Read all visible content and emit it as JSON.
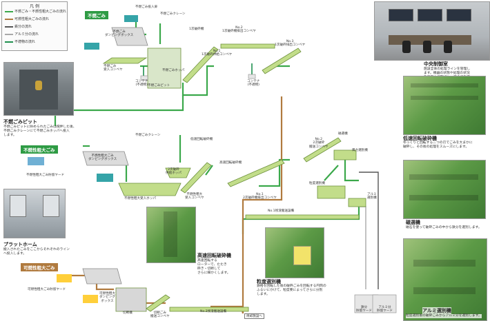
{
  "legend": {
    "title": "凡 例",
    "items": [
      {
        "label": "不燃ごみ・不燃性粗大ごみの流れ",
        "color": "#3aa84a"
      },
      {
        "label": "可燃性粗大ごみの流れ",
        "color": "#b07a3e"
      },
      {
        "label": "鉄分の流れ",
        "color": "#555555"
      },
      {
        "label": "アルミ分の流れ",
        "color": "#a9a9a9"
      },
      {
        "label": "不適物の流れ",
        "color": "#1e8f4e"
      }
    ]
  },
  "colors": {
    "green": "#3aa84a",
    "light_green": "#c2dd8a",
    "brown": "#b07a3e",
    "iron": "#555555",
    "alu": "#a9a9a9",
    "unsuitable": "#1e8f4e",
    "tag_green": "#2e9b44",
    "tag_brown": "#b07a3e"
  },
  "tags": {
    "incombustible": "不燃ごみ",
    "incombustible_bulky": "不燃性粗大ごみ",
    "combustible_bulky": "可燃性粗大ごみ"
  },
  "labels": {
    "hopper_inlet": "不燃ごみ投入扉",
    "crane_top": "不燃ごみクレーン",
    "dumping_box_top": "不燃ごみ\nダンピングボックス",
    "receive_conveyor": "不燃ごみ\n受入コンベヤ",
    "pit": "不燃ごみピット",
    "hopper": "不燃ごみホッパ",
    "container_top": "コンテナ\n(不適物)",
    "no1_primary_conveyor": "No.1\n1次破砕供給コンベヤ",
    "primary_crusher": "1次破砕機",
    "no2_primary_conveyor": "No.2\n1次破砕機排出コンベヤ",
    "no3_primary_conveyor": "No.3\n1次破砕排出コンベヤ",
    "container_mid": "コンテナ\n(不適物)",
    "crane_mid": "不燃ごみクレーン",
    "low_speed_crusher": "低速回転破砕機",
    "bulky_dumping_box": "不燃性粗大ごみ\nダンピングボックス",
    "bulky_yard": "不燃性粗大ごみ貯留ヤード",
    "secondary_hopper": "2次破砕\n供給ホッパ",
    "high_speed_crusher": "高速回転破砕機",
    "bulky_receive_hopper": "不燃性粗大受入ホッパ",
    "bulky_receive_conveyor": "不燃性粗大\n受入コンベヤ",
    "no1_secondary_conveyor": "No.1\n2次破砕機排出コンベヤ",
    "no2_secondary_conveyor": "No.2\n2次破砕\n搬送コンベヤ",
    "magnet": "磁選機",
    "air_separator": "風力選別機",
    "trommel": "粒度選別機",
    "alu_separator": "アルミ\n選別機",
    "no1_residue_conveyor": "No.1残渣搬送設備",
    "comb_yard": "可燃性粗大ごみ貯留ヤード",
    "comb_dumping_box": "可燃性粗大\nダンピング\nボックス",
    "cutter": "切断機",
    "cut_conveyor": "切断ごみ\n搬送コンベヤ",
    "no2_residue_conveyor": "No.2残渣搬送設備",
    "to_incinerator": "焼却施設へ",
    "iron_yard": "鉄分\n貯留ヤード",
    "alu_yard": "アルミ分\n貯留ヤード"
  },
  "photos": {
    "pit": {
      "title": "不燃ごみピット",
      "desc": "不燃ごみピットに貯められたごみは撹拌した後、\n不燃ごみクレーンにて不燃ごみホッパへ投入\nします。"
    },
    "platform": {
      "title": "プラットホーム",
      "desc": "搬入されたごみをここからそれぞれのライン\nへ投入します。"
    },
    "control": {
      "title": "中央制御室",
      "desc": "施設全体の処理ラインを管理し\nます。機器の状態や処理の状況\nを画面上で監視し、安全で効率\nの良い運転を行います。"
    },
    "low_speed": {
      "title": "低速回転破砕機",
      "desc": "ゆっくりと回転する二つの刃でごみを大まかに\n破砕し、その後の処理をスムーズにします。"
    },
    "magnet": {
      "title": "磁選機",
      "desc": "磁石を使って破砕ごみの中から鉄分を選別します。"
    },
    "high_speed": {
      "title": "高速回転破砕機",
      "desc": "高速回転する\nローターで、たたき\n砕き・切断して\nさらに細かくします。"
    },
    "trommel": {
      "title": "粒度選別機",
      "desc": "鉄格を回転した後の破砕ごみを回転する円筒の\nふるいにかけて、粒度要によってさらに分別\nします。"
    },
    "alu": {
      "title": "アルミ選別機",
      "desc": "粒度選別後の破砕ごみからアルミ分を選別します。"
    }
  }
}
